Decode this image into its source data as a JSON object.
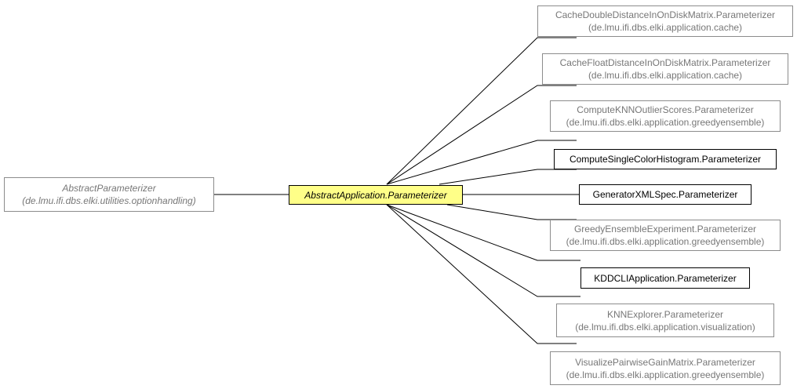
{
  "parent": {
    "name": "AbstractParameterizer",
    "package": "(de.lmu.ifi.dbs.elki.utilities.optionhandling)"
  },
  "focus": {
    "name": "AbstractApplication.Parameterizer"
  },
  "children": [
    {
      "name": "CacheDoubleDistanceInOnDiskMatrix.Parameterizer",
      "package": "(de.lmu.ifi.dbs.elki.application.cache)"
    },
    {
      "name": "CacheFloatDistanceInOnDiskMatrix.Parameterizer",
      "package": "(de.lmu.ifi.dbs.elki.application.cache)"
    },
    {
      "name": "ComputeKNNOutlierScores.Parameterizer",
      "package": "(de.lmu.ifi.dbs.elki.application.greedyensemble)"
    },
    {
      "name": "ComputeSingleColorHistogram.Parameterizer"
    },
    {
      "name": "GeneratorXMLSpec.Parameterizer"
    },
    {
      "name": "GreedyEnsembleExperiment.Parameterizer",
      "package": "(de.lmu.ifi.dbs.elki.application.greedyensemble)"
    },
    {
      "name": "KDDCLIApplication.Parameterizer"
    },
    {
      "name": "KNNExplorer.Parameterizer",
      "package": "(de.lmu.ifi.dbs.elki.application.visualization)"
    },
    {
      "name": "VisualizePairwiseGainMatrix.Parameterizer",
      "package": "(de.lmu.ifi.dbs.elki.application.greedyensemble)"
    }
  ]
}
